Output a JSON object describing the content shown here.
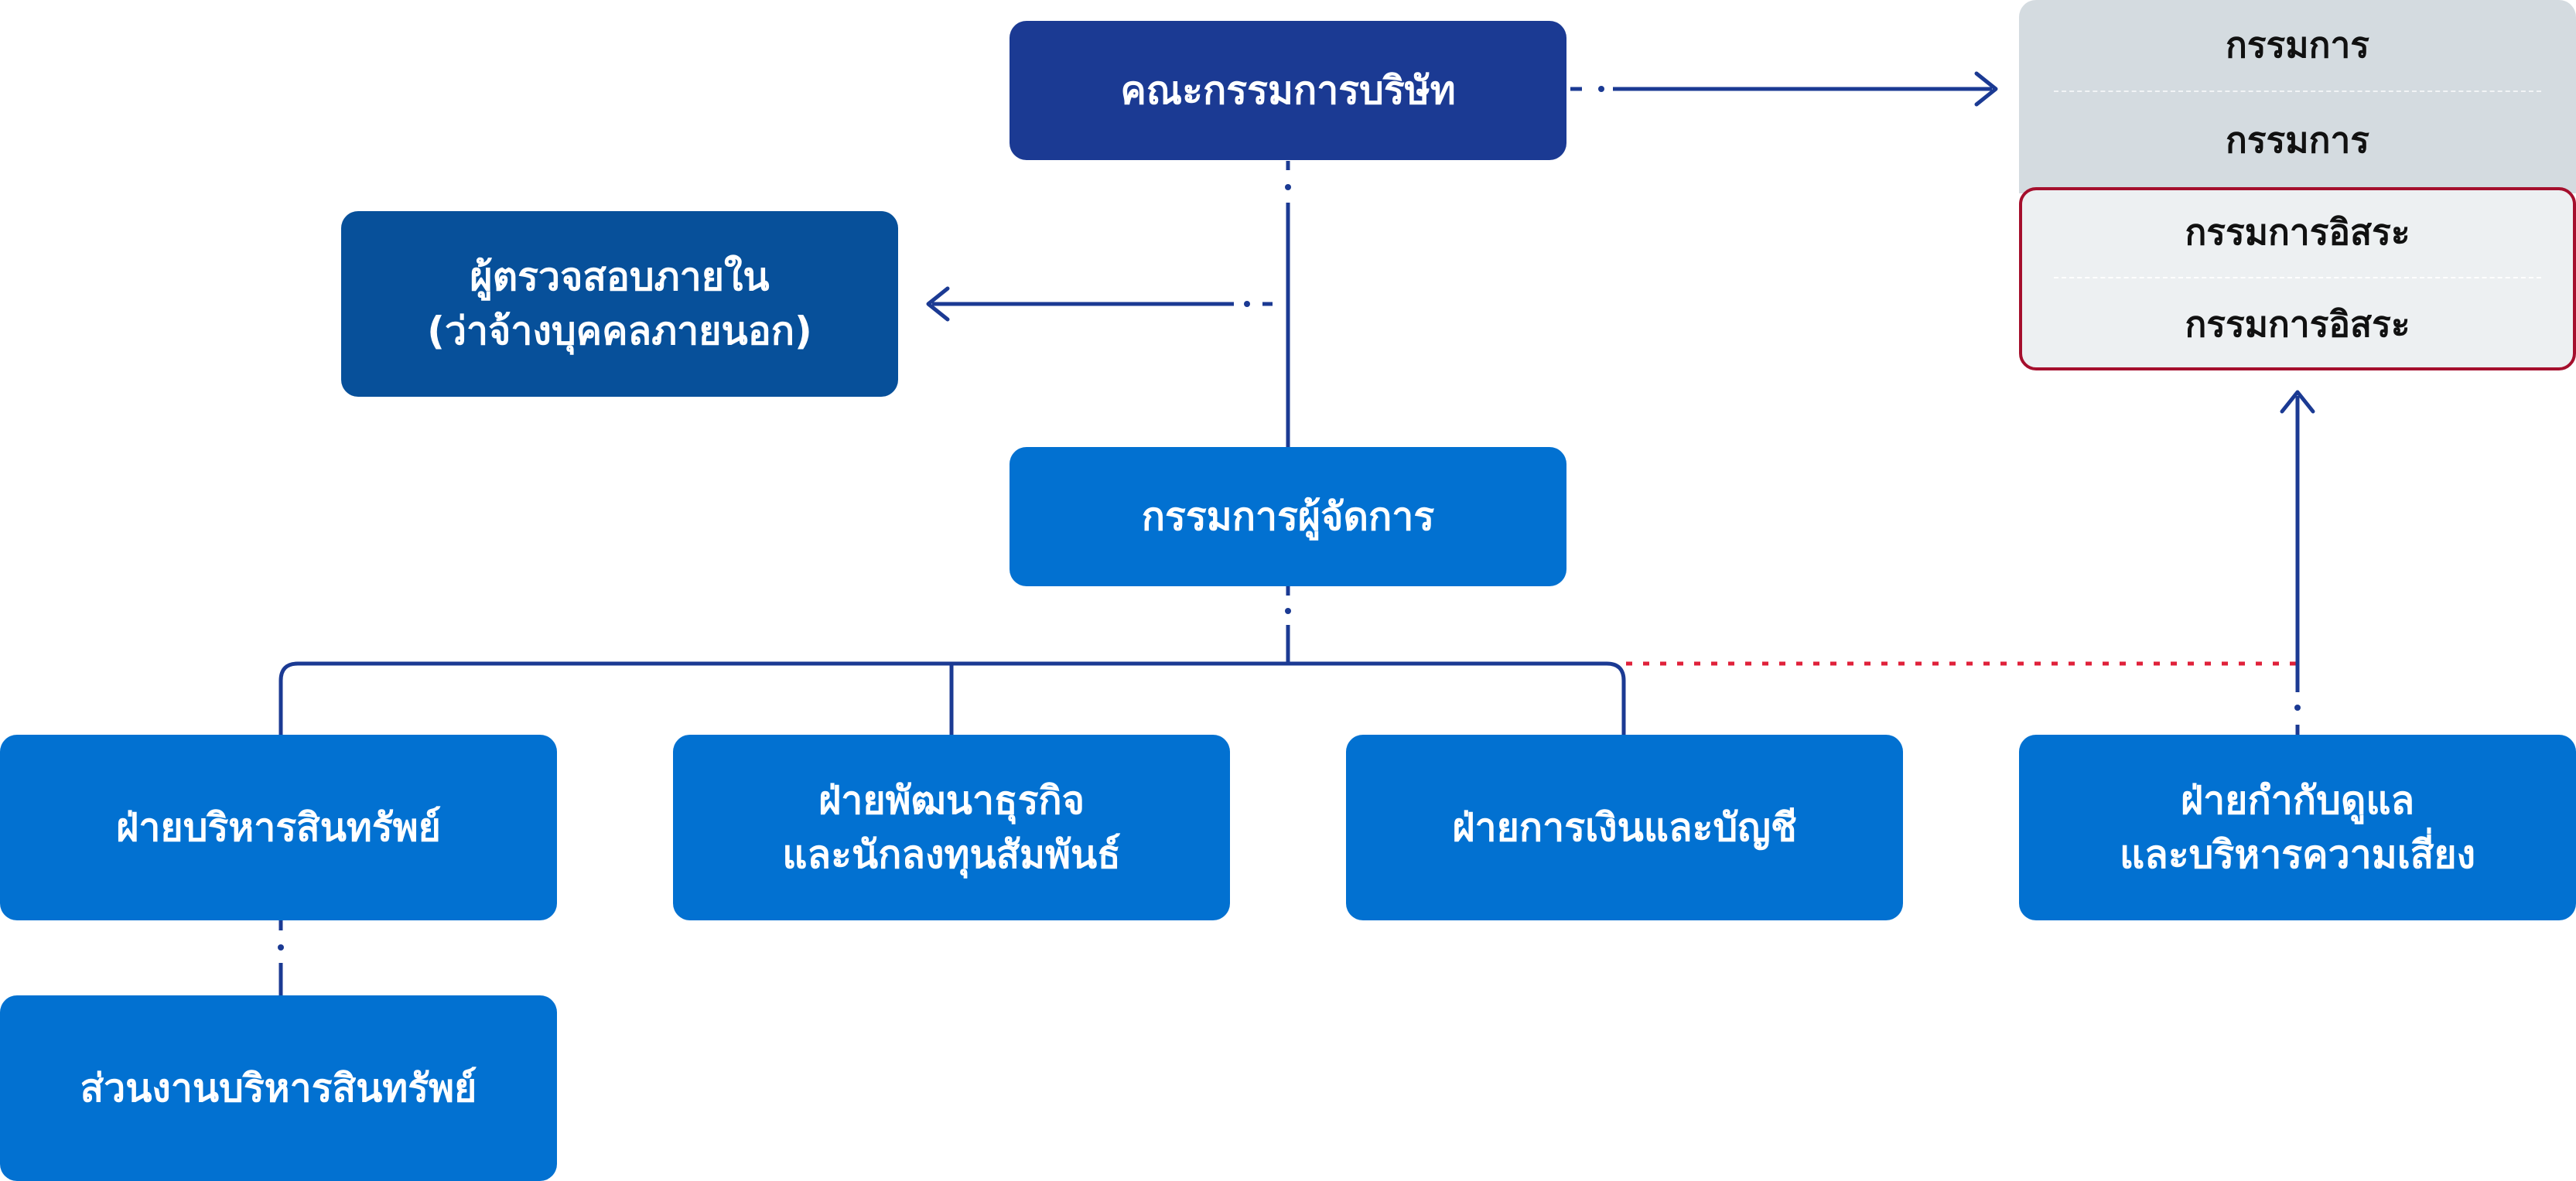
{
  "diagram": {
    "board": "คณะกรรมการบริษัท",
    "internal_auditor": [
      "ผู้ตรวจสอบภายใน",
      "(ว่าจ้างบุคคลภายนอก)"
    ],
    "managing_director": "กรรมการผู้จัดการ",
    "departments": {
      "asset_management": "ฝ่ายบริหารสินทรัพย์",
      "business_development": [
        "ฝ่ายพัฒนาธุรกิจ",
        "และนักลงทุนสัมพันธ์"
      ],
      "finance_accounting": "ฝ่ายการเงินและบัญชี",
      "compliance_risk": [
        "ฝ่ายกำกับดูแล",
        "และบริหารความเสี่ยง"
      ]
    },
    "asset_unit": "ส่วนงานบริหารสินทรัพย์",
    "directors": [
      "กรรมการ",
      "กรรมการ"
    ],
    "independent_directors": [
      "กรรมการอิสระ",
      "กรรมการอิสระ"
    ],
    "colors": {
      "board": "#1b3a93",
      "auditor": "#07509a",
      "node": "#0271d1",
      "connector": "#1b3a93",
      "dotted_red": "#e0213a",
      "independent_border": "#a50f2d",
      "directors_panel": "#d4dbe0"
    }
  }
}
